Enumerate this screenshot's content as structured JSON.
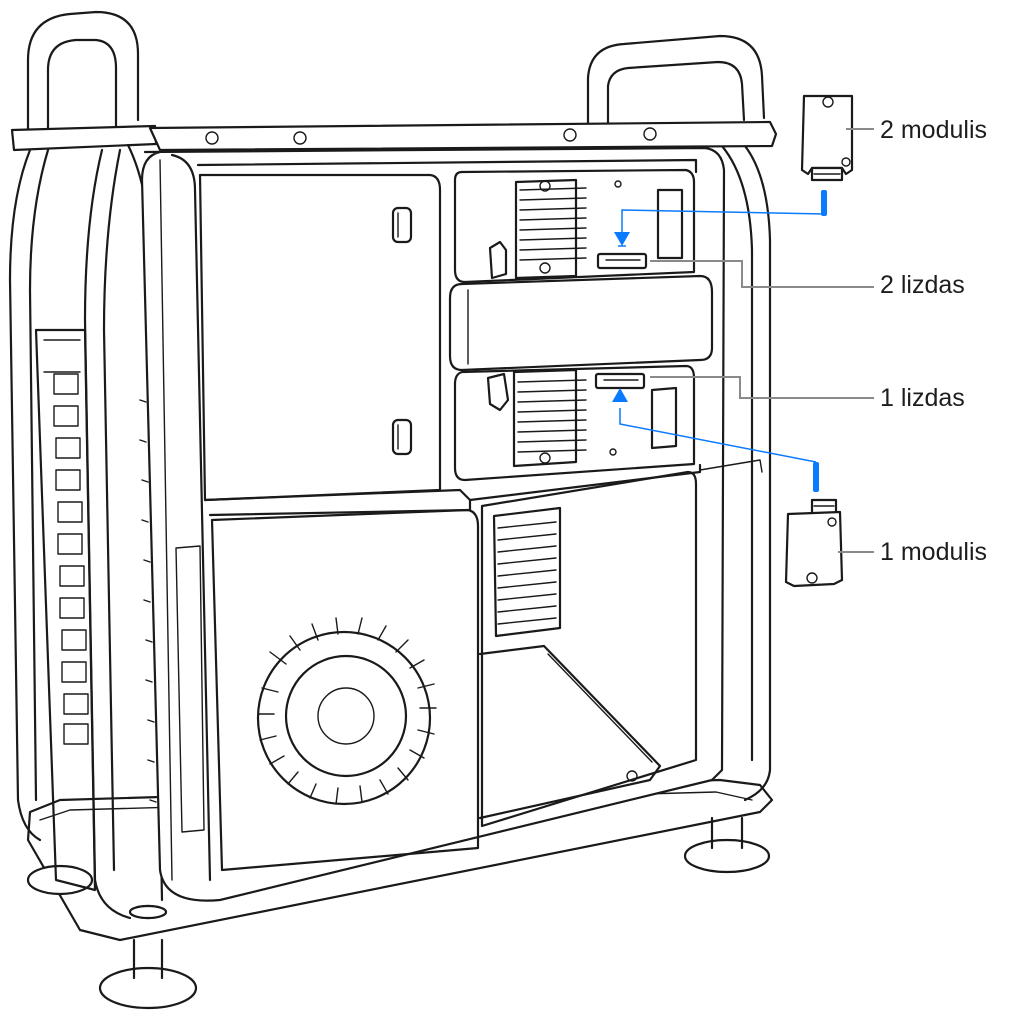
{
  "callouts": {
    "module_2": "2 modulis",
    "slot_2": "2 lizdas",
    "slot_1": "1 lizdas",
    "module_1": "1 modulis"
  },
  "colors": {
    "line": "#1a1a1a",
    "callout_leader": "#8a8a8a",
    "guide_arrow": "#0a7aff",
    "background": "#ffffff"
  }
}
